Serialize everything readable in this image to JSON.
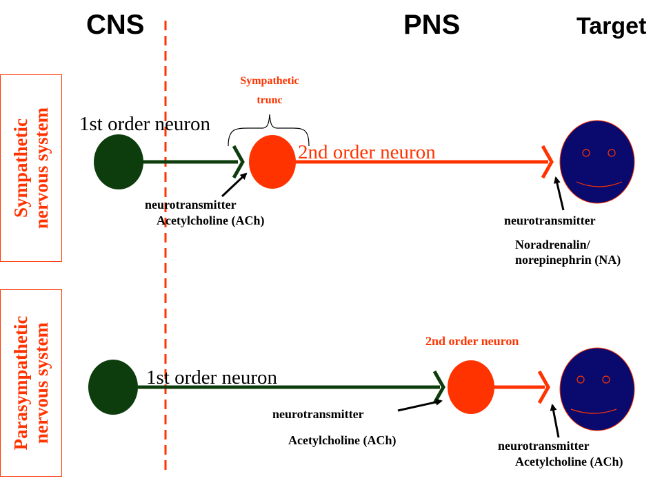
{
  "headers": {
    "cns": "CNS",
    "pns": "PNS",
    "target": "Target"
  },
  "sympathetic": {
    "system_label_line1": "Sympathetic",
    "system_label_line2": "nervous system",
    "trunk_label_line1": "Sympathetic",
    "trunk_label_line2": "trunc",
    "first_neuron": "1st order neuron",
    "second_neuron": "2nd order neuron",
    "nt1_label": "neurotransmitter",
    "nt1_name": "Acetylcholine (ACh)",
    "nt2_label": "neurotransmitter",
    "nt2_name_line1": "Noradrenalin/",
    "nt2_name_line2": "norepinephrin (NA)"
  },
  "parasympathetic": {
    "system_label_line1": "Parasympathetic",
    "system_label_line2": "nervous system",
    "first_neuron": "1st order neuron",
    "second_neuron": "2nd order neuron",
    "nt1_label": "neurotransmitter",
    "nt1_name": "Acetylcholine (ACh)",
    "nt2_label": "neurotransmitter",
    "nt2_name": "Acetylcholine (ACh)"
  },
  "colors": {
    "first_order_neuron": "#0d3d0d",
    "second_order_neuron": "#ff3300",
    "target": "#0a0a6e",
    "divider": "#ff3300"
  }
}
